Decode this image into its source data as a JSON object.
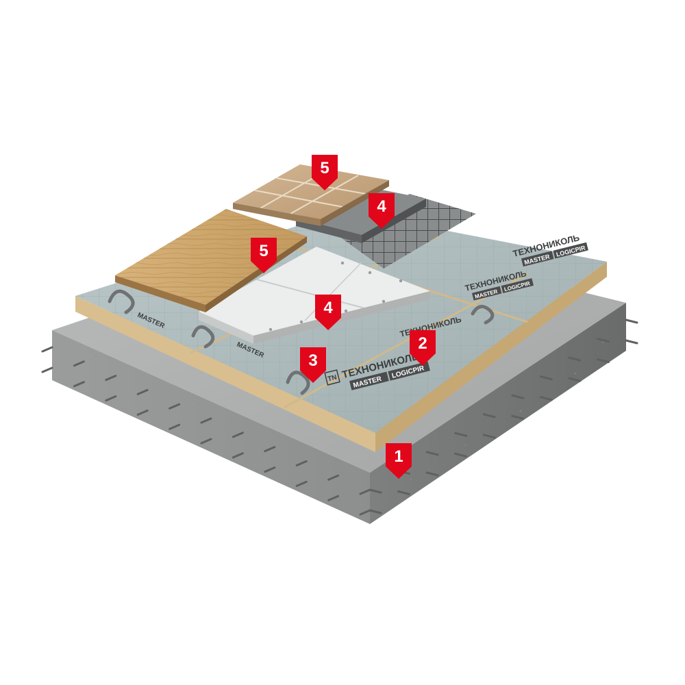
{
  "brand": {
    "name": "ТЕХНОНИКОЛЬ",
    "line1": "MASTER",
    "line2": "LOGICPIR",
    "logo_glyph": "TN"
  },
  "markers": [
    {
      "id": "marker-1",
      "label": "1"
    },
    {
      "id": "marker-2",
      "label": "2"
    },
    {
      "id": "marker-3",
      "label": "3"
    },
    {
      "id": "marker-4-upper",
      "label": "4"
    },
    {
      "id": "marker-4-lower",
      "label": "4"
    },
    {
      "id": "marker-5-upper",
      "label": "5"
    },
    {
      "id": "marker-5-lower",
      "label": "5"
    }
  ],
  "colors": {
    "marker_red": "#e2061b",
    "concrete": "#a9abab",
    "insulation": "#a9b7b8",
    "wood": "#c9a26a",
    "stone_tile": "#c8ab86",
    "screed": "#7d7f80",
    "fibre_board": "#e8e9e9"
  }
}
